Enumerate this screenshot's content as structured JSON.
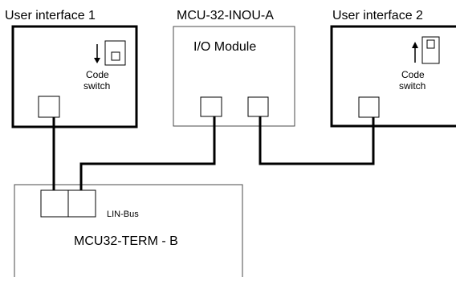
{
  "colors": {
    "line": "#000000",
    "thin_line": "#4a4a4a",
    "background": "#ffffff"
  },
  "user_interface_1": {
    "title": "User interface 1",
    "switch_label_line1": "Code",
    "switch_label_line2": "switch",
    "switch_arrow": "down"
  },
  "io_module": {
    "title": "MCU-32-INOU-A",
    "label": "I/O Module"
  },
  "user_interface_2": {
    "title": "User interface 2",
    "switch_label_line1": "Code",
    "switch_label_line2": "switch",
    "switch_arrow": "up"
  },
  "terminal": {
    "label": "MCU32-TERM - B",
    "bus_label": "LIN-Bus"
  }
}
